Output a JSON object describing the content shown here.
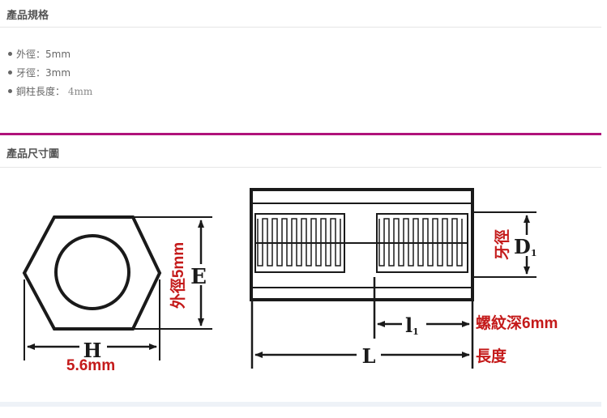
{
  "specs_section": {
    "title": "產品規格",
    "items": [
      {
        "label": "外徑：",
        "value": "5mm"
      },
      {
        "label": "牙徑：",
        "value": "3mm"
      },
      {
        "label": "銅柱長度：",
        "value": "4mm"
      }
    ]
  },
  "drawing_section": {
    "title": "產品尺寸圖",
    "labels": {
      "e": "E",
      "outer_diameter": "外徑5mm",
      "h": "H",
      "width": "5.6mm",
      "d1_main": "D",
      "d1_sub": "1",
      "thread_diameter": "牙徑",
      "l1_main": "l",
      "l1_sub": "1",
      "thread_depth": "螺紋深6mm",
      "l": "L",
      "length": "長度"
    }
  },
  "colors": {
    "accent_bar": "#b0127a",
    "annotation_red": "#c41a1a",
    "drawing_ink": "#1a1a1a"
  }
}
